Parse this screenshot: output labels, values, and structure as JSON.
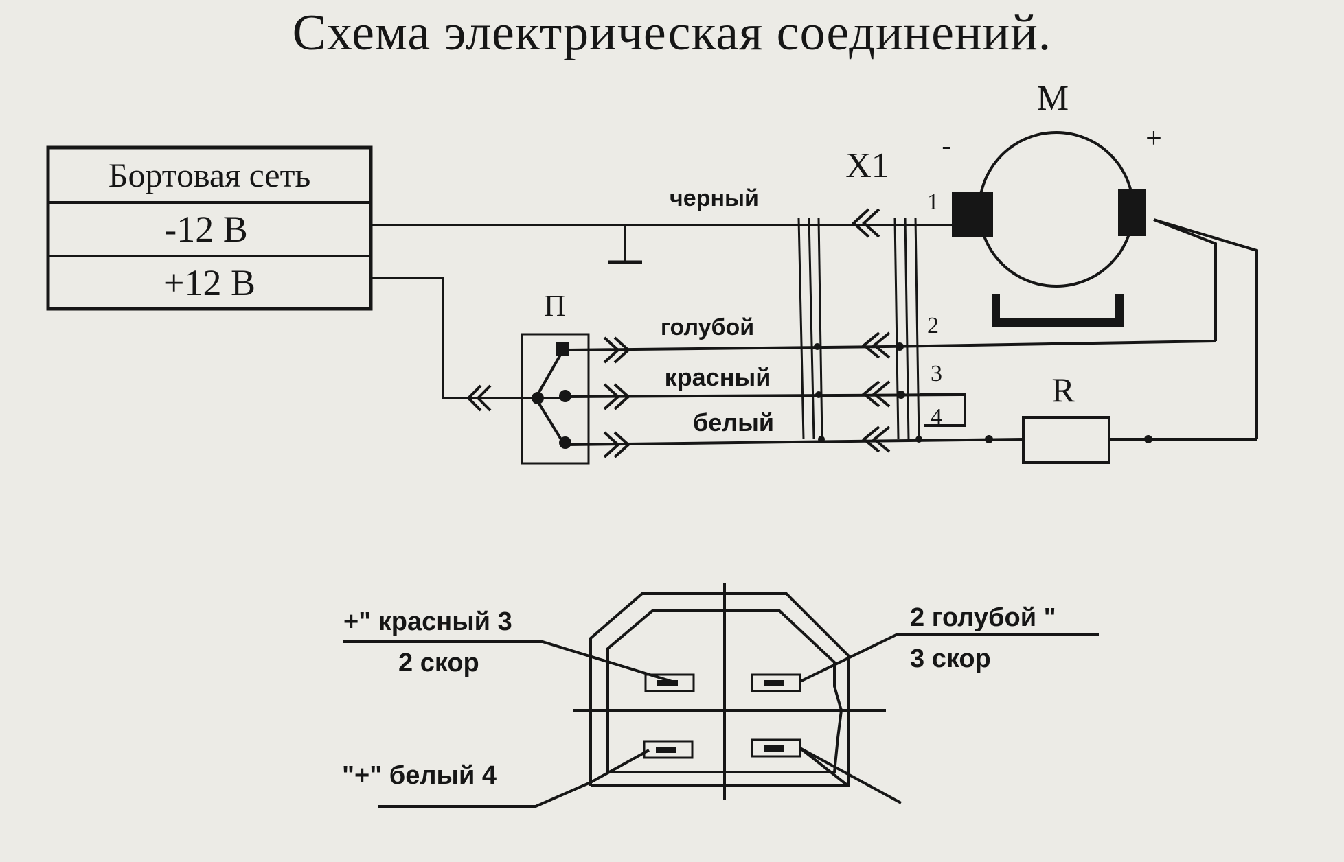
{
  "title": "Схема электрическая соединений.",
  "onboard": {
    "header": "Бортовая сеть",
    "minus": "-12 В",
    "plus": "+12 В"
  },
  "components": {
    "switch": "П",
    "connector": "X1",
    "motor": "M",
    "motor_minus": "-",
    "motor_plus": "+",
    "resistor": "R"
  },
  "wires": {
    "black": "черный",
    "blue": "голубой",
    "red": "красный",
    "white": "белый"
  },
  "pins": [
    "1",
    "2",
    "3",
    "4"
  ],
  "plug_view": {
    "left_top": "+\" красный 3",
    "left_top_sub": "2 скор",
    "right_top": "2 голубой \"",
    "right_top_sub": "3 скор",
    "left_bottom": "\"+\" белый 4"
  },
  "colors": {
    "ink": "#161616",
    "paper": "#ecebe6"
  }
}
